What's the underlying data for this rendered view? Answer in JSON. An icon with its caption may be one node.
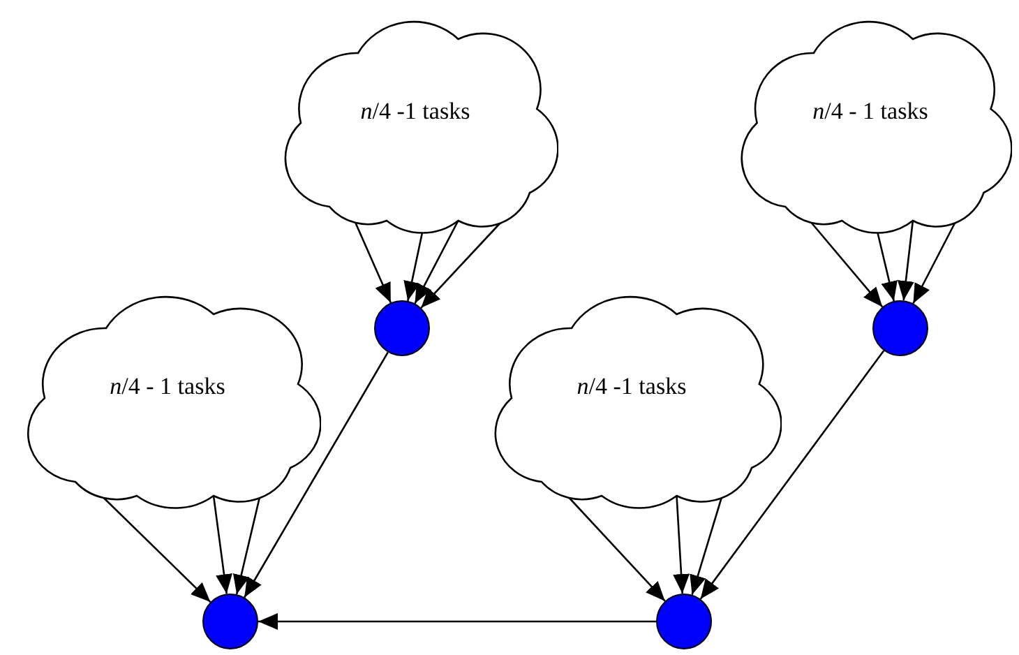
{
  "diagram": {
    "nodes": [
      {
        "text": [
          "*n*/4 -1 tasks"
        ]
      },
      {
        "text": [
          "*n*/4 - 1 tasks"
        ]
      },
      {
        "text": [],
        "shape": "circle"
      },
      {
        "text": [],
        "shape": "circle"
      },
      {
        "text": [
          "*n*/4 - 1 tasks"
        ]
      },
      {
        "text": [
          "*n*/4 -1 tasks"
        ]
      },
      {
        "text": [],
        "shape": "circle"
      },
      {
        "text": [],
        "shape": "circle"
      }
    ],
    "edges": [
      {
        "from": 0,
        "to": 2,
        "arrow": "to"
      },
      {
        "from": 0,
        "to": 2,
        "arrow": "to"
      },
      {
        "from": 0,
        "to": 2,
        "arrow": "to"
      },
      {
        "from": 0,
        "to": 2,
        "arrow": "to"
      },
      {
        "from": 1,
        "to": 3,
        "arrow": "to"
      },
      {
        "from": 1,
        "to": 3,
        "arrow": "to"
      },
      {
        "from": 1,
        "to": 3,
        "arrow": "to"
      },
      {
        "from": 1,
        "to": 3,
        "arrow": "to"
      },
      {
        "from": 4,
        "to": 6,
        "arrow": "to"
      },
      {
        "from": 4,
        "to": 6,
        "arrow": "to"
      },
      {
        "from": 4,
        "to": 6,
        "arrow": "to"
      },
      {
        "from": 2,
        "to": 6,
        "arrow": "to"
      },
      {
        "from": 5,
        "to": 7,
        "arrow": "to"
      },
      {
        "from": 5,
        "to": 7,
        "arrow": "to"
      },
      {
        "from": 5,
        "to": 7,
        "arrow": "to"
      },
      {
        "from": 3,
        "to": 7,
        "arrow": "to"
      },
      {
        "from": 7,
        "to": 6,
        "arrow": "to"
      }
    ]
  }
}
